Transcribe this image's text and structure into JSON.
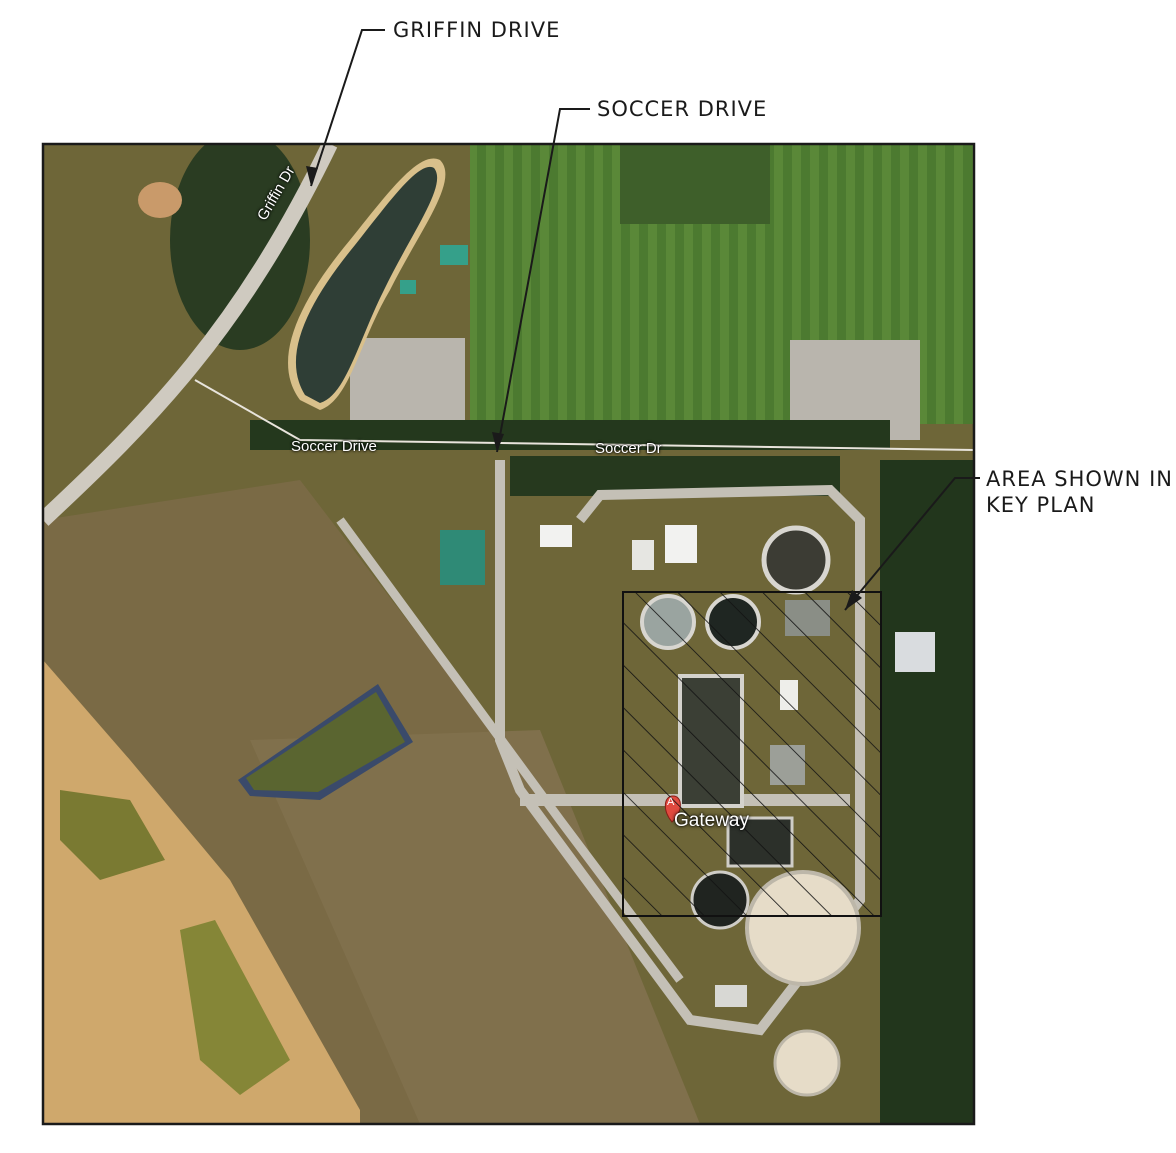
{
  "callouts": {
    "griffin_drive": "GRIFFIN DRIVE",
    "soccer_drive": "SOCCER DRIVE",
    "area_shown_line1": "AREA SHOWN IN",
    "area_shown_line2": "KEY PLAN"
  },
  "map_labels": {
    "griffin_dr": "Griffin Dr",
    "soccer_drive": "Soccer Drive",
    "soccer_dr": "Soccer Dr",
    "marker_letter": "A",
    "marker_place": "Gateway"
  },
  "colors": {
    "grass": "#6f6a3a",
    "field": "#4f7a33",
    "trees": "#253a1e",
    "water": "#2f3f36",
    "pond_green": "#555f2e",
    "road": "#c9c5bb",
    "sand": "#c9a46a",
    "marker": "#e04a3f"
  }
}
